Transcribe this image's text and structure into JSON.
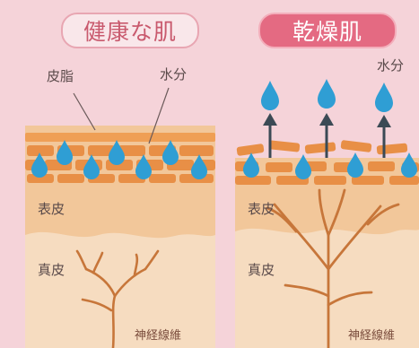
{
  "healthy": {
    "title": "健康な肌",
    "sebum_label": "皮脂",
    "water_label": "水分",
    "epidermis_label": "表皮",
    "dermis_label": "真皮",
    "nerve_label": "神経線維"
  },
  "dry": {
    "title": "乾燥肌",
    "water_label": "水分",
    "epidermis_label": "表皮",
    "dermis_label": "真皮",
    "nerve_label": "神経線維"
  },
  "colors": {
    "background": "#f5d3d9",
    "epidermis": "#f2c79a",
    "dermis": "#f6dcc0",
    "cells": "#e88f46",
    "droplet": "#2f9ed4",
    "nerve": "#c7763a",
    "arrow": "#3b4a55"
  }
}
